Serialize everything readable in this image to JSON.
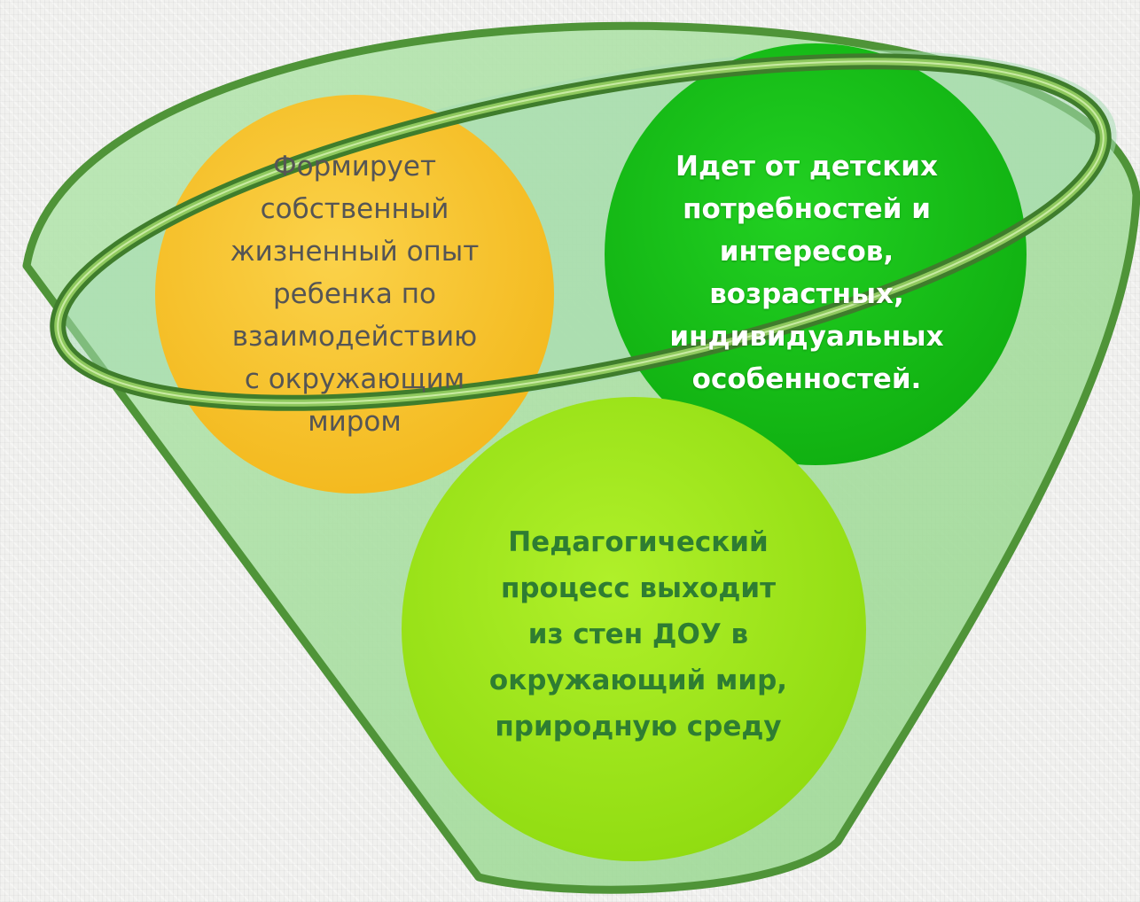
{
  "diagram": {
    "circles": [
      {
        "id": "orange",
        "text": "Формирует\nсобственный\nжизненный опыт\nребенка по\nвзаимодействию\nс окружающим\nмиром",
        "color": "#f9c62b"
      },
      {
        "id": "green",
        "text": "Идет от детских\nпотребностей и\nинтересов,\nвозрастных,\nиндивидуальных\nособенностей.",
        "color": "#18c418"
      },
      {
        "id": "lime",
        "text": "Педагогический\nпроцесс выходит\nиз стен ДОУ в\nокружающий мир,\nприродную среду",
        "color": "#9ee817"
      }
    ],
    "funnel": {
      "fill_color": "#a8e0a4",
      "rim_color": "#5f9e47",
      "rim_inner_color": "#8dc45a"
    }
  }
}
